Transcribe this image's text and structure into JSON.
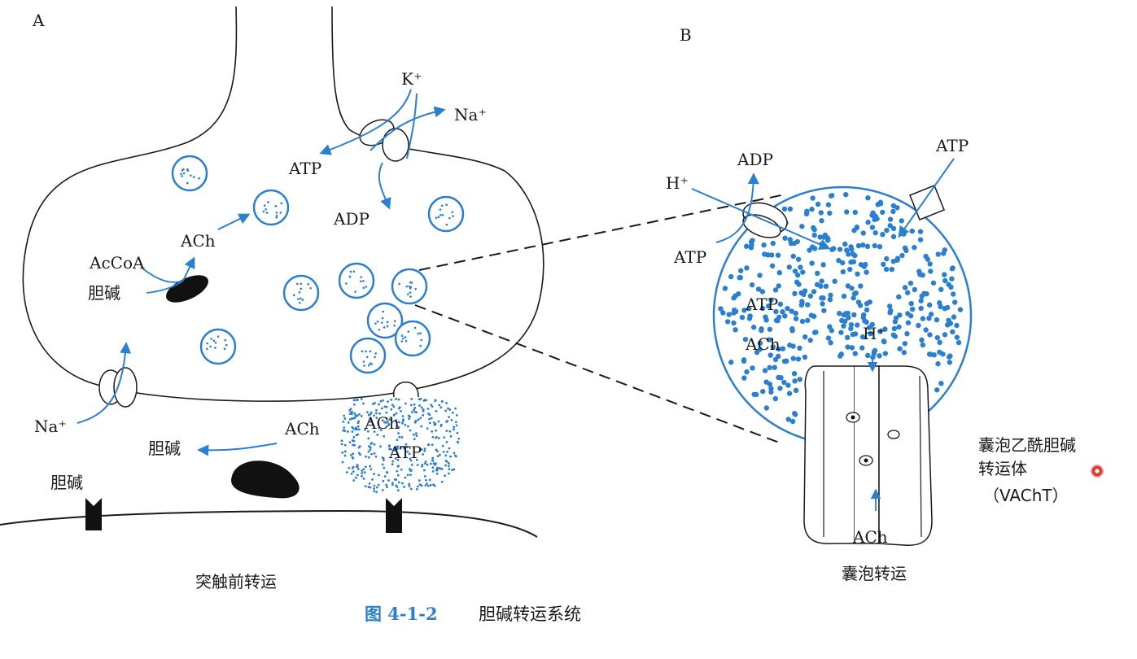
{
  "panels": {
    "a_label": "A",
    "b_label": "B",
    "a_caption": "突触前转运",
    "b_caption": "囊泡转运"
  },
  "figure": {
    "number": "图 4-1-2",
    "title": "胆碱转运系统"
  },
  "panel_a": {
    "k_plus": "K⁺",
    "na_plus_top": "Na⁺",
    "atp_pump": "ATP",
    "adp_pump": "ADP",
    "acetyl_coa": "AcCoA",
    "ach_synth": "ACh",
    "choline_in": "胆碱",
    "na_plus_bottom": "Na⁺",
    "choline_cleft": "胆碱",
    "ach_cleft": "ACh",
    "choline_receptor": "胆碱",
    "ach_release": "ACh",
    "atp_release": "ATP"
  },
  "panel_b": {
    "adp": "ADP",
    "atp_top": "ATP",
    "h_plus_top": "H⁺",
    "atp_left": "ATP",
    "atp_inside": "ATP",
    "ach_inside": "ACh",
    "h_plus_inside": "H⁺",
    "ach_bottom": "ACh"
  },
  "annotation": {
    "line1": "囊泡乙酰胆碱",
    "line2": "转运体",
    "line3": "（VAChT）"
  },
  "colors": {
    "accent": "#2a7fd0",
    "line": "#1a1a1a",
    "dark_fill": "#111111"
  }
}
